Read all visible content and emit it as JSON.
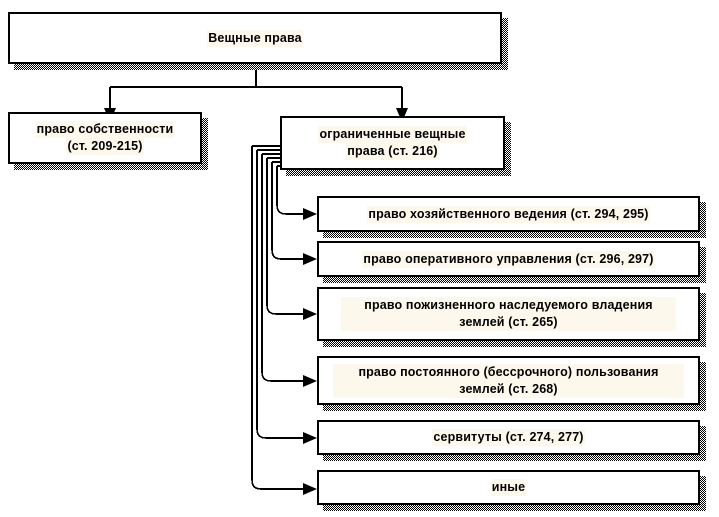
{
  "diagram": {
    "title_node": {
      "text": "Вещные права"
    },
    "level2": [
      {
        "id": "ownership",
        "text": "право собственности (ст. 209-215)",
        "line1": "право собственности",
        "line2": "(ст. 209-215)"
      },
      {
        "id": "limited-rights",
        "text": "ограниченные вещные права (ст. 216)",
        "line1": "ограниченные вещные",
        "line2": "права (ст. 216)"
      }
    ],
    "level3": [
      {
        "id": "economic-management",
        "text": "право хозяйственного ведения (ст. 294, 295)"
      },
      {
        "id": "operational-management",
        "text": "право оперативного управления (ст. 296, 297)"
      },
      {
        "id": "lifetime-inheritable-possession",
        "text": "право пожизненного наследуемого владения землей (ст. 265)"
      },
      {
        "id": "permanent-perpetual-use",
        "text": "право постоянного (бессрочного) пользования землей (ст. 268)"
      },
      {
        "id": "servitudes",
        "text": "сервитуты (ст. 274, 277)"
      },
      {
        "id": "other",
        "text": "иные"
      }
    ],
    "colors": {
      "stroke": "#000000",
      "fill": "#ffffff",
      "text_highlight": "#fdf8ec",
      "shadow": "#808080"
    }
  }
}
